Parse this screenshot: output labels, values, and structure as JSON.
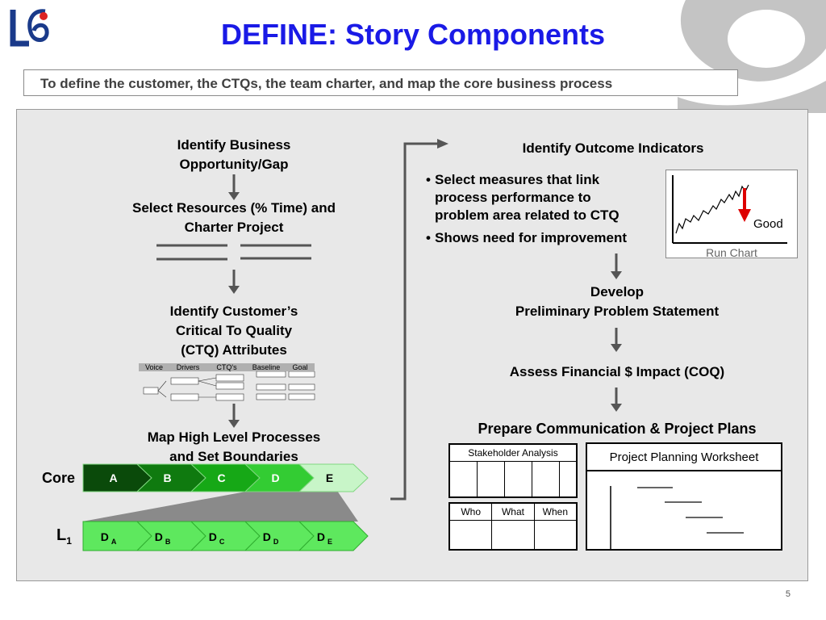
{
  "logo": {
    "text": "L6",
    "color": "#1a3a8a"
  },
  "title": "DEFINE: Story Components",
  "subtitle": "To define the customer, the CTQs, the team charter, and map the core business process",
  "left_flow": {
    "step1": [
      "Identify Business",
      "Opportunity/Gap"
    ],
    "step2": [
      "Select Resources (% Time) and",
      "Charter Project"
    ],
    "step3": [
      "Identify Customer’s",
      "Critical To Quality",
      "(CTQ) Attributes"
    ],
    "ctq_tree": {
      "headers": [
        "Voice",
        "Drivers",
        "CTQ's",
        "Baseline",
        "Goal"
      ]
    },
    "step4": [
      "Map High Level Processes",
      "and Set Boundaries"
    ]
  },
  "process_map": {
    "core_label": "Core",
    "l1_label": "L",
    "l1_sub": "1",
    "core_steps": [
      "A",
      "B",
      "C",
      "D",
      "E"
    ],
    "l1_steps": [
      {
        "main": "D",
        "sub": "A"
      },
      {
        "main": "D",
        "sub": "B"
      },
      {
        "main": "D",
        "sub": "C"
      },
      {
        "main": "D",
        "sub": "D"
      },
      {
        "main": "D",
        "sub": "E"
      }
    ],
    "core_colors": [
      "#0a4a0a",
      "#0f7a0f",
      "#16a816",
      "#33cc33",
      "#c8f5c8"
    ],
    "l1_color": "#5ee85e"
  },
  "right_flow": {
    "heading": "Identify Outcome Indicators",
    "bullets": [
      [
        "Select measures that link",
        "process performance to",
        "problem area related to CTQ"
      ],
      [
        "Shows need for improvement"
      ]
    ],
    "run_chart": {
      "label": "Run Chart",
      "good": "Good"
    },
    "develop": [
      "Develop",
      "Preliminary Problem Statement"
    ],
    "assess": "Assess Financial $ Impact (COQ)",
    "prepare": "Prepare  Communication & Project Plans",
    "stakeholder": {
      "title": "Stakeholder Analysis"
    },
    "www": {
      "headers": [
        "Who",
        "What",
        "When"
      ]
    },
    "worksheet": {
      "title": "Project Planning Worksheet"
    }
  },
  "page_number": "5"
}
